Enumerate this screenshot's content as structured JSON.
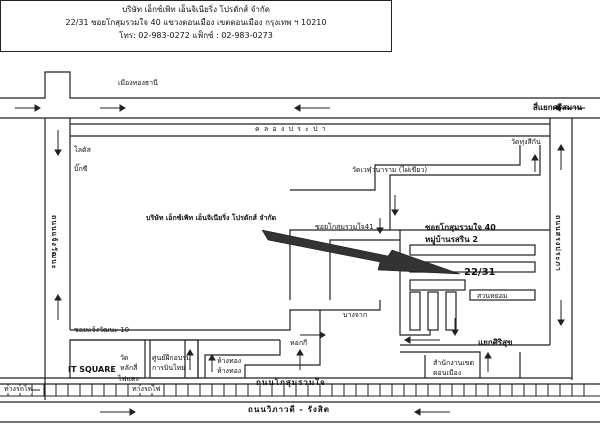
{
  "header": {
    "company": "บริษัท เอ็กซ์เพิท เอ็นจิเนียริ่ง โปรดักส์ จำกัด",
    "address": "22/31 ซอยโกสุมรวมใจ 40 แขวงดอนเมือง เขตดอนเมือง กรุงเทพ ฯ 10210",
    "contact": "โทร: 02-983-0272 แฟ็กซ์ : 02-983-0273"
  },
  "labels": {
    "mueang_thong": "เมืองทองธานี",
    "sriphanwa": "สี่แยกศรีสมาน",
    "canal": "ค ล อ ง ป ร ะ ป า",
    "wat_thung": "วัดทุ่งสีกัน",
    "lotus": "โลตัส",
    "big_c": "บิ๊กซี",
    "wat_phra_sri": "วัดเวฬุวนาราม (ไผ่เขียว)",
    "company_marker": "บริษัท เอ็กซ์เพิท เอ็นจิเนียริ่ง โปรดักส์ จำกัด",
    "soi41": "ซอยโกสุมรวมใจ41",
    "soi40": "ซอยโกสุมรวมใจ 40",
    "village": "หมู่บ้านรสริน 2",
    "target": "22/31",
    "park": "สวนหย่อม",
    "bangchak": "บางจาก",
    "soi10": "ซอยแจ้งวัฒนะ 10",
    "hokee": "หอกกี",
    "junction": "แยกศิริสุข",
    "office": "สำนักงานเขตดอนเมือง",
    "it_square": "IT SQUARE",
    "wat_laksi": "วัดหลักสี่",
    "airport_school": "ศูนย์ฝึกอบรมการบินไทย",
    "hangthong1": "ห้างทอง",
    "hangthong2": "ห้างทอง",
    "fai_daeng": "ไฟแดง",
    "rail_left": "ทางรถไฟ",
    "rail_mid": "ทางรถไฟ",
    "kosum_road": "ถนนโกสุมรวมใจ",
    "vibhavadi": "ถนนวิภาวดี - รังสิต",
    "chaeng_road": "ถนนแจ้งวัฒนะ",
    "songprapa": "ถนนสรงประภา"
  }
}
